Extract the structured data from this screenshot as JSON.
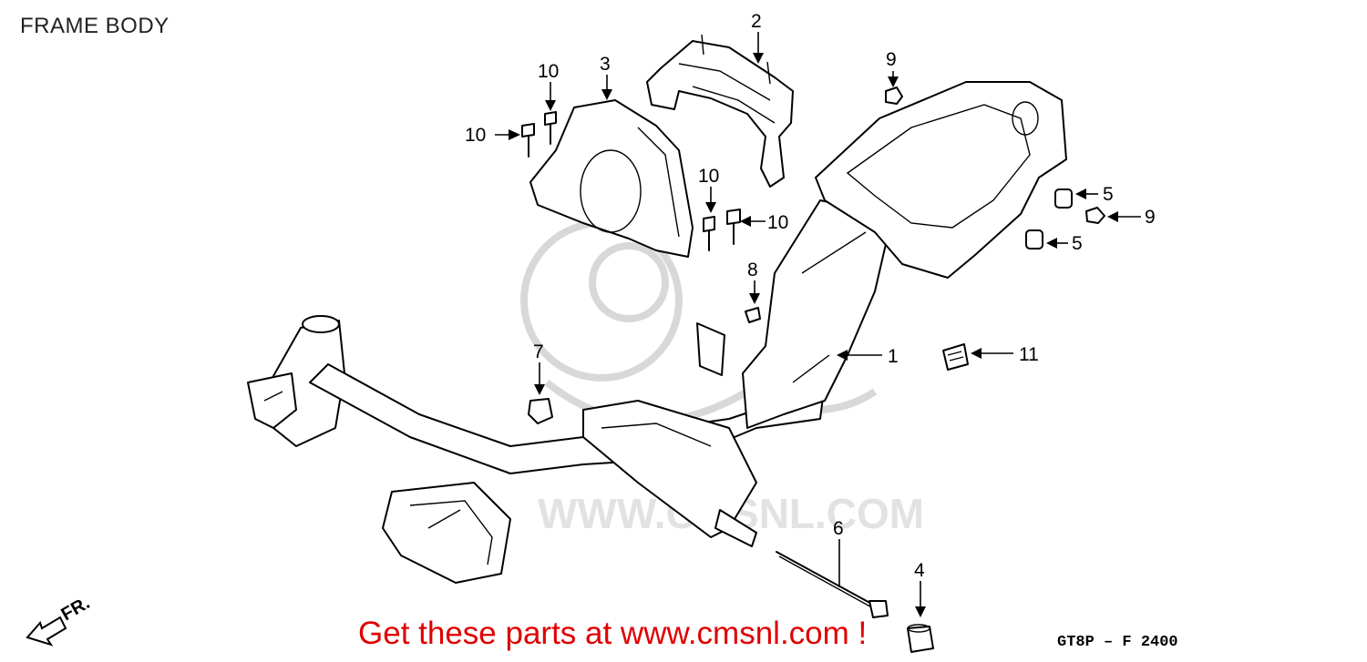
{
  "title": "FRAME BODY",
  "footer": "Get these parts at www.cmsnl.com !",
  "diagram_code": "GT8P – F 2400",
  "direction_label": "FR.",
  "watermark_text": "WWW.CMSNL.COM",
  "footer_color": "#e00000",
  "callouts": {
    "c1": "1",
    "c2": "2",
    "c3": "3",
    "c4": "4",
    "c5a": "5",
    "c5b": "5",
    "c6": "6",
    "c7": "7",
    "c8": "8",
    "c9a": "9",
    "c9b": "9",
    "c10a": "10",
    "c10b": "10",
    "c10c": "10",
    "c10d": "10",
    "c11": "11"
  }
}
